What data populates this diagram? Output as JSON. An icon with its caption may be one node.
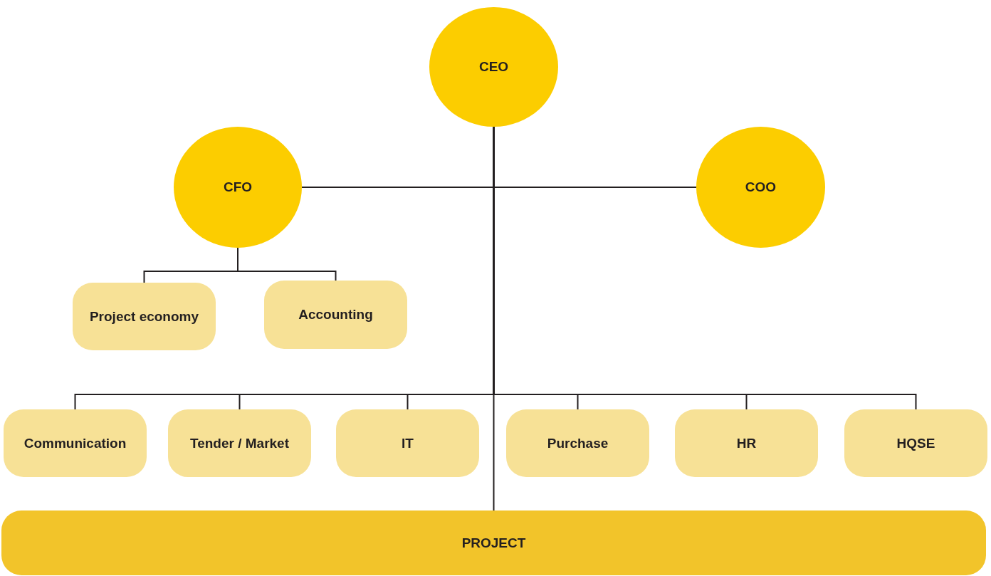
{
  "diagram": {
    "nodes": [
      {
        "text": [
          "CEO"
        ]
      },
      {
        "text": [
          "CFO"
        ]
      },
      {
        "text": [
          "COO"
        ]
      },
      {
        "text": [
          "Project economy"
        ]
      },
      {
        "text": [
          "Accounting"
        ]
      },
      {
        "text": [
          "Communication"
        ]
      },
      {
        "text": [
          "Tender / Market"
        ]
      },
      {
        "text": [
          "IT"
        ]
      },
      {
        "text": [
          "Purchase"
        ]
      },
      {
        "text": [
          "HR"
        ]
      },
      {
        "text": [
          "HQSE"
        ]
      },
      {
        "text": [
          "PROJECT"
        ]
      }
    ],
    "edges": [
      {
        "from": 0,
        "to": 1,
        "arrow": "none"
      },
      {
        "from": 0,
        "to": 2,
        "arrow": "none"
      },
      {
        "from": 1,
        "to": 3,
        "arrow": "none"
      },
      {
        "from": 1,
        "to": 4,
        "arrow": "none"
      },
      {
        "from": 0,
        "to": 5,
        "arrow": "none"
      },
      {
        "from": 0,
        "to": 6,
        "arrow": "none"
      },
      {
        "from": 0,
        "to": 7,
        "arrow": "none"
      },
      {
        "from": 0,
        "to": 8,
        "arrow": "none"
      },
      {
        "from": 0,
        "to": 9,
        "arrow": "none"
      },
      {
        "from": 0,
        "to": 10,
        "arrow": "none"
      },
      {
        "from": 0,
        "to": 11,
        "arrow": "none"
      }
    ]
  }
}
